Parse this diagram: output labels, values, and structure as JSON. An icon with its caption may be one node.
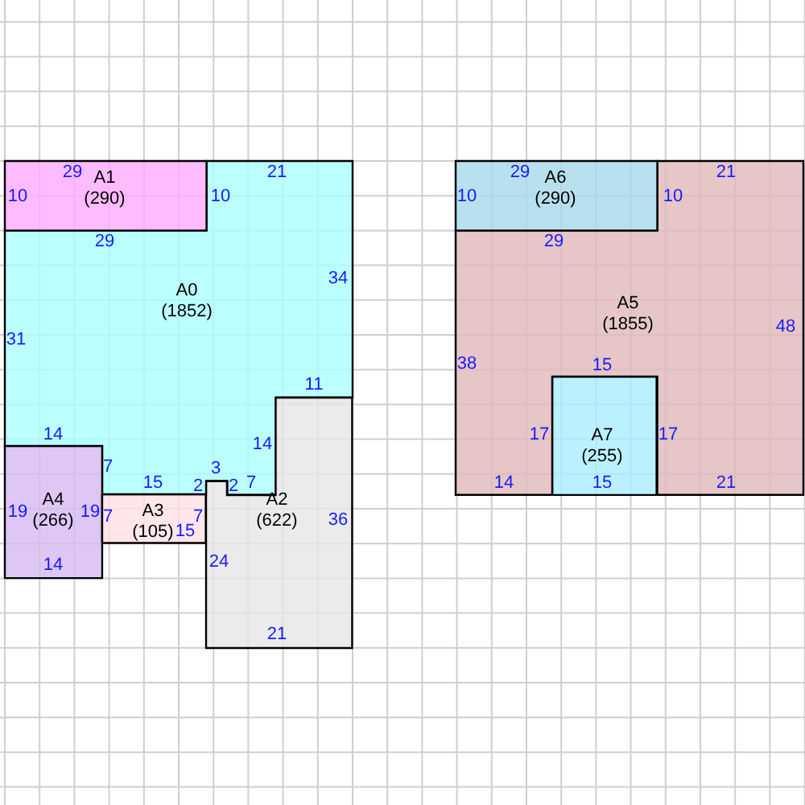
{
  "diagram": {
    "nodes": [
      {
        "text": [
          "A0",
          "(1852)"
        ]
      },
      {
        "text": [
          "A1",
          "(290)"
        ]
      },
      {
        "text": [
          "A2",
          "(622)"
        ]
      },
      {
        "text": [
          "A3",
          "(105)"
        ]
      },
      {
        "text": [
          "A4",
          "(266)"
        ]
      },
      {
        "text": [
          "A5",
          "(1855)"
        ]
      },
      {
        "text": [
          "A6",
          "(290)"
        ]
      },
      {
        "text": [
          "A7",
          "(255)"
        ]
      }
    ],
    "labels": [
      "29",
      "21",
      "10",
      "10",
      "29",
      "34",
      "31",
      "11",
      "14",
      "14",
      "7",
      "3",
      "15",
      "2",
      "2",
      "7",
      "19",
      "19",
      "7",
      "7",
      "36",
      "15",
      "14",
      "24",
      "21",
      "29",
      "21",
      "10",
      "10",
      "29",
      "48",
      "38",
      "15",
      "17",
      "17",
      "14",
      "15",
      "21"
    ]
  }
}
